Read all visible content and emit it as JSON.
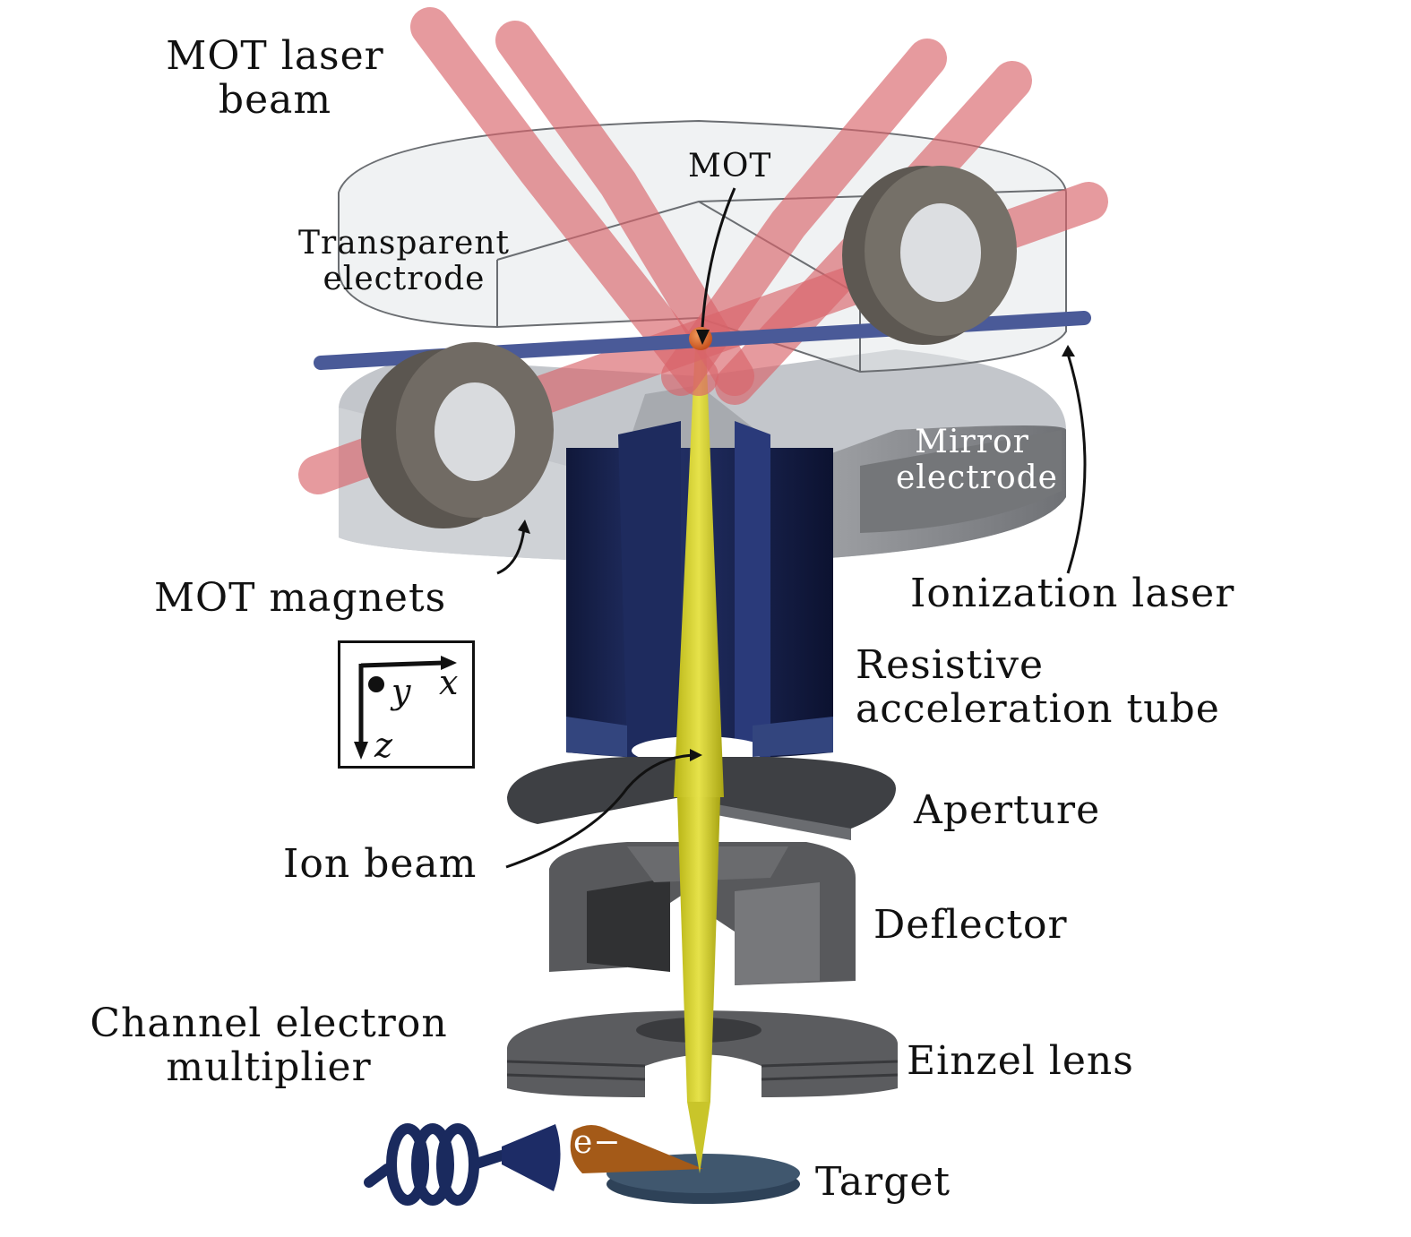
{
  "figure": {
    "description": "Schematic of a cold-atom ion beam source: MOT with laser beams, electrodes, acceleration tube, ion optics and target",
    "colors": {
      "mot_laser": "#d9646a",
      "ionization_laser": "#4a5a98",
      "ion_beam": "#d6d22a",
      "mot_cloud": "#d8652a",
      "electrode_gray": "#c9ccd1",
      "tube_navy": "#1b2650",
      "optics_gray": "#5c5e62",
      "target_blue": "#3a5068",
      "electron_cone": "#a45a18",
      "multiplier_navy": "#1a2a5e"
    }
  },
  "labels": {
    "mot_laser_beam": [
      "MOT laser",
      "beam"
    ],
    "mot": "MOT",
    "transparent_electrode": [
      "Transparent",
      "electrode"
    ],
    "mirror_electrode": [
      "Mirror",
      "electrode"
    ],
    "mot_magnets": "MOT magnets",
    "ionization_laser": "Ionization laser",
    "resistive_acceleration_tube": [
      "Resistive",
      "acceleration tube"
    ],
    "aperture": "Aperture",
    "ion_beam": "Ion beam",
    "deflector": "Deflector",
    "channel_electron_multiplier": [
      "Channel electron",
      "multiplier"
    ],
    "einzel_lens": "Einzel lens",
    "target": "Target",
    "electron": "e−"
  },
  "axes": {
    "x": "x",
    "y": "y",
    "z": "z"
  }
}
